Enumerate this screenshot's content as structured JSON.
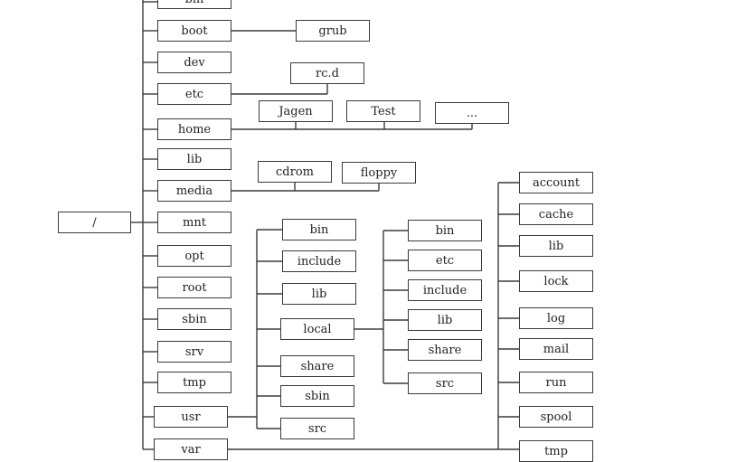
{
  "root": "/",
  "level1": [
    "bin",
    "boot",
    "dev",
    "etc",
    "home",
    "lib",
    "media",
    "mnt",
    "opt",
    "root",
    "sbin",
    "srv",
    "tmp",
    "usr",
    "var"
  ],
  "boot_children": [
    "grub"
  ],
  "etc_children": [
    "rc.d"
  ],
  "home_children": [
    "Jagen",
    "Test",
    "..."
  ],
  "media_children": [
    "cdrom",
    "floppy"
  ],
  "usr_children": [
    "bin",
    "include",
    "lib",
    "local",
    "share",
    "sbin",
    "src"
  ],
  "local_children": [
    "bin",
    "etc",
    "include",
    "lib",
    "share",
    "src"
  ],
  "var_children": [
    "account",
    "cache",
    "lib",
    "lock",
    "log",
    "mail",
    "run",
    "spool",
    "tmp"
  ]
}
